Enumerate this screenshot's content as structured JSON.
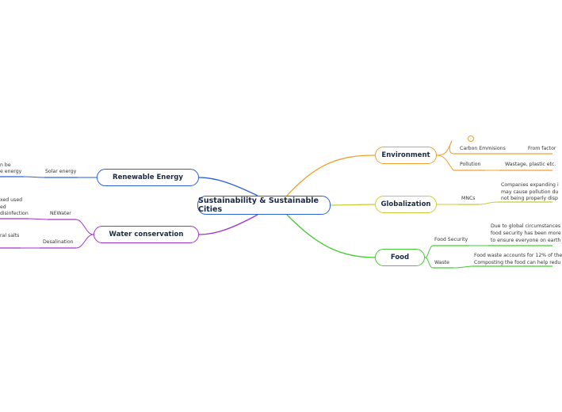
{
  "central": {
    "label": "Sustainability & Sustainable Cities"
  },
  "colors": {
    "environment": "#f0a030",
    "globalization": "#c8cc33",
    "food": "#44cc33",
    "renewable": "#2a5fd6",
    "water": "#a033cc"
  },
  "branches": {
    "environment": {
      "label": "Environment",
      "collapse_marker": "-",
      "children": [
        {
          "label": "Carbon Emmisions",
          "detail": "From factor"
        },
        {
          "label": "Pollution",
          "detail": "Wastage, plastic etc."
        }
      ]
    },
    "globalization": {
      "label": "Globalization",
      "children": [
        {
          "label": "MNCs",
          "detail_lines": [
            "Companies expanding i",
            "may cause pollution du",
            "not being properly disp"
          ]
        }
      ]
    },
    "food": {
      "label": "Food",
      "children": [
        {
          "label": "Food Security",
          "detail_lines": [
            "Due to global circumstances",
            "food security has been more",
            "to ensure everyone on earth"
          ]
        },
        {
          "label": "Waste",
          "detail_lines": [
            "Food waste accounts for 12% of the",
            "Composting the food can help redu"
          ]
        }
      ]
    },
    "renewable": {
      "label": "Renewable Energy",
      "children": [
        {
          "label": "Solar energy",
          "detail_lines": [
            "n be",
            "e energy"
          ]
        }
      ]
    },
    "water": {
      "label": "Water conservation",
      "children": [
        {
          "label": "NEWater",
          "detail_lines": [
            "xed used",
            "ed",
            "disinfection"
          ]
        },
        {
          "label": "Desalination",
          "detail_lines": [
            "ral salts"
          ]
        }
      ]
    }
  }
}
